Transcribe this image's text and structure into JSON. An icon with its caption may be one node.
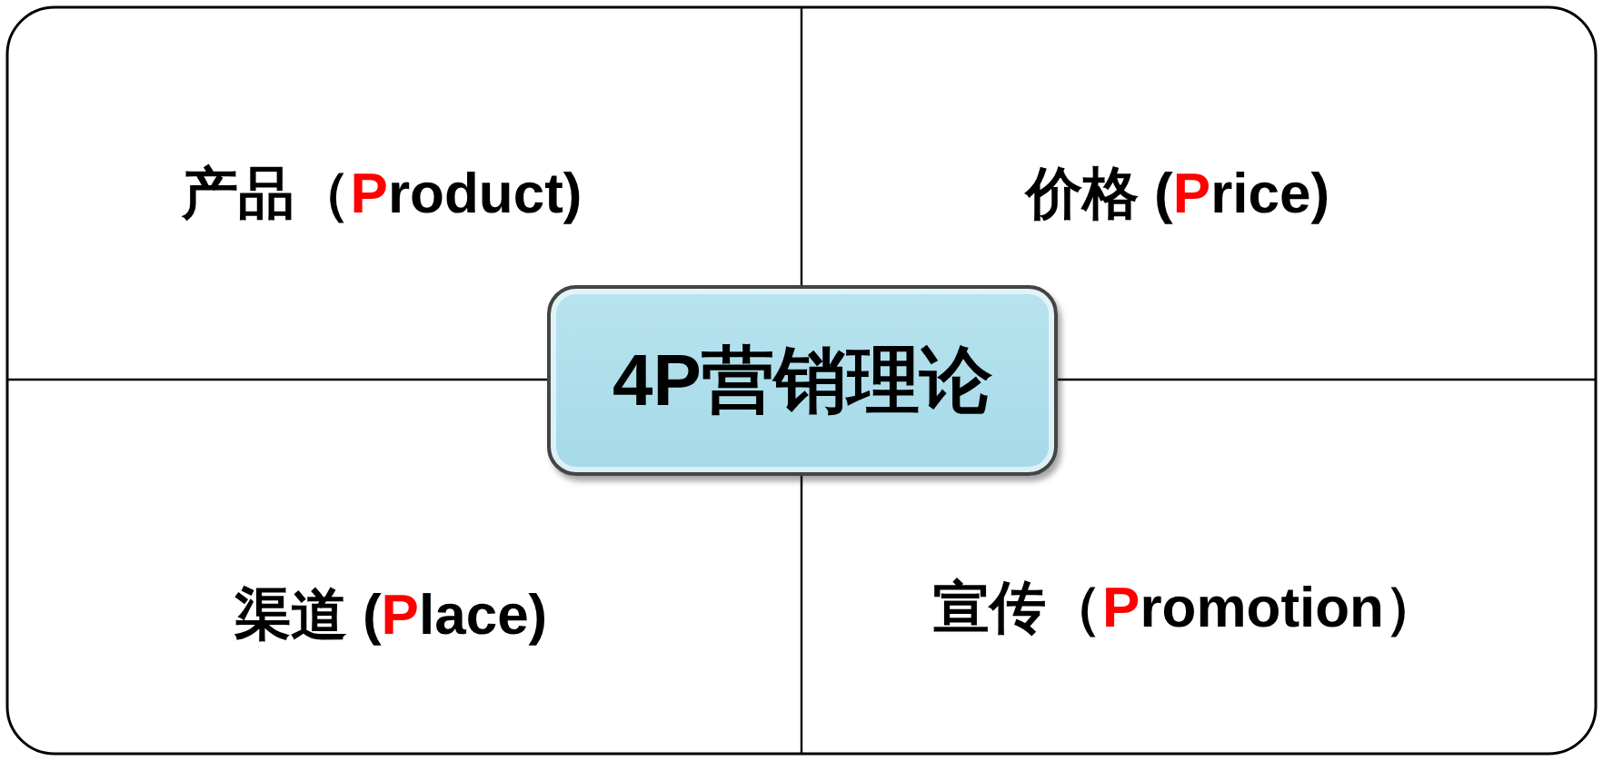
{
  "diagram": {
    "nodes": [
      {
        "text": [],
        "shape": "box"
      },
      {
        "text": [
          "产品（Product)"
        ],
        "in": 0
      },
      {
        "text": [
          "价格 (Price)"
        ],
        "in": 0
      },
      {
        "text": [
          "4P营销理论"
        ],
        "in": 0
      },
      {
        "text": [
          "渠道 (Place)"
        ],
        "in": 0
      },
      {
        "text": [
          "宣传（Promotion）"
        ],
        "in": 0
      }
    ]
  }
}
